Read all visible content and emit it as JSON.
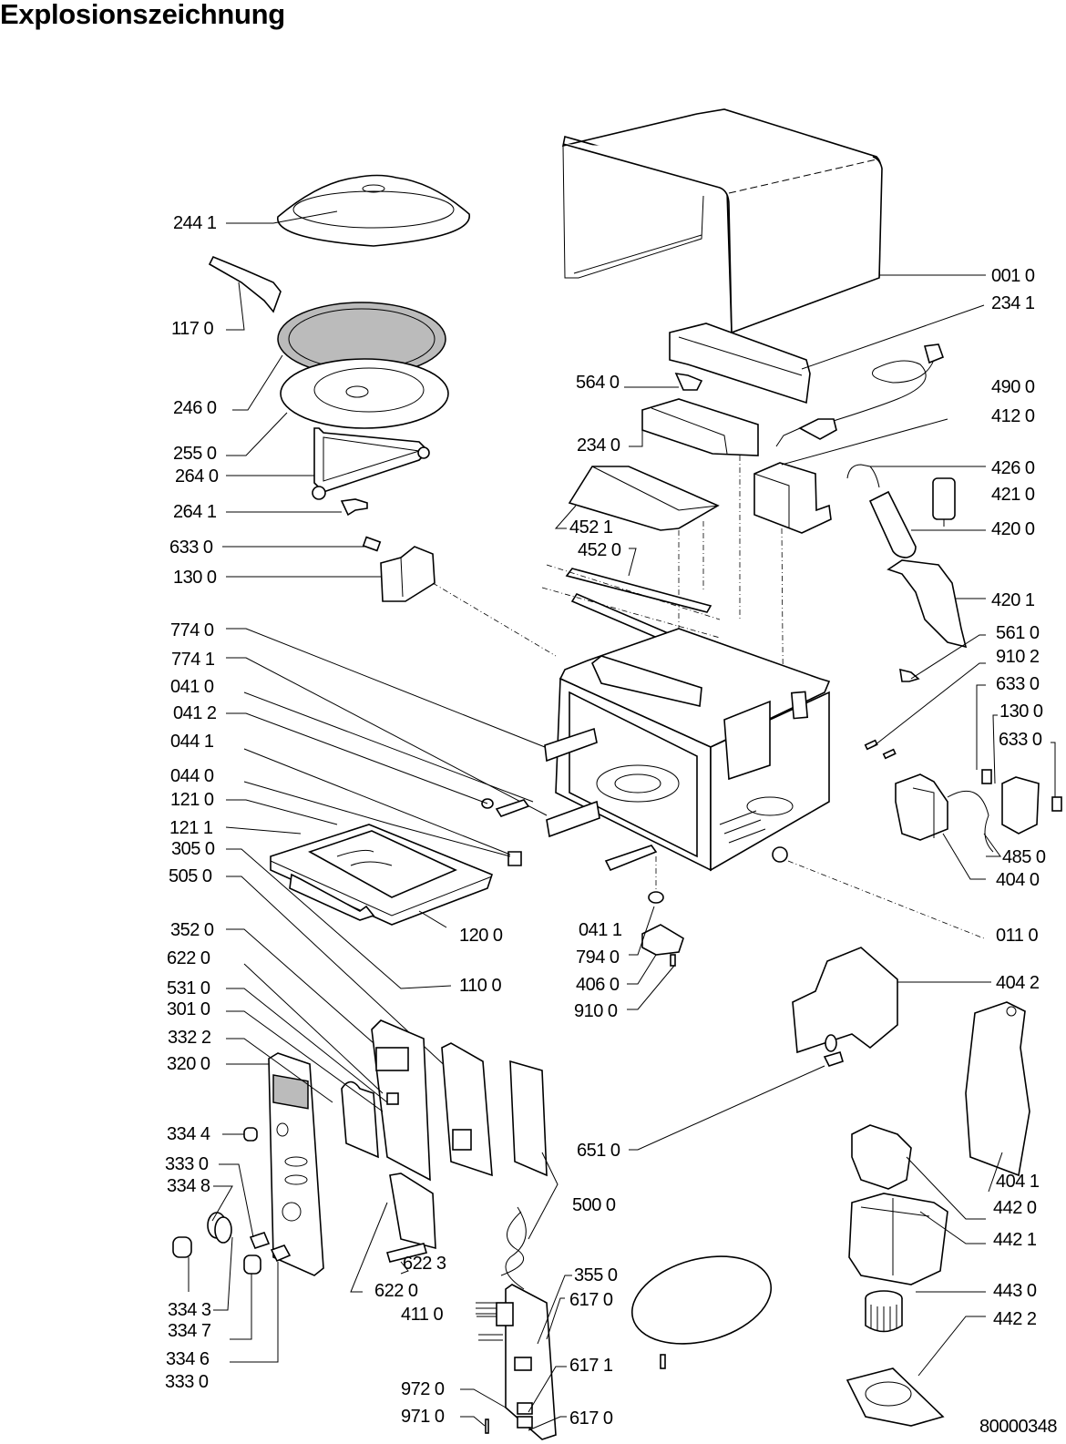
{
  "title": "Explosionszeichnung",
  "document_number": "80000348",
  "labels": {
    "l2441": "244 1",
    "l1170": "117 0",
    "l2460": "246 0",
    "l2550": "255 0",
    "l2640": "264 0",
    "l2641": "264 1",
    "l6330a": "633 0",
    "l1300a": "130 0",
    "l7740": "774 0",
    "l7741": "774 1",
    "l0410": "041 0",
    "l0412": "041 2",
    "l0441": "044 1",
    "l0440": "044 0",
    "l1210": "121 0",
    "l1211": "121 1",
    "l3050": "305 0",
    "l5050": "505 0",
    "l1200": "120 0",
    "l1100": "110 0",
    "l3520": "352 0",
    "l6220a": "622  0",
    "l5310": "531 0",
    "l3010": "301 0",
    "l3322": "332 2",
    "l3200": "320 0",
    "l3344": "334 4",
    "l3330a": "333 0",
    "l3348": "334 8",
    "l3343": "334 3",
    "l3347": "334 7",
    "l3346": "334 6",
    "l3330b": "333 0",
    "l6223": "622 3",
    "l6220b": "622 0",
    "l4110": "411 0",
    "l9720": "972 0",
    "l9710": "971 0",
    "l3550": "355 0",
    "l6170a": "617 0",
    "l6171": "617 1",
    "l6170b": "617 0",
    "l5000": "500 0",
    "l6510": "651 0",
    "l0411": "041 1",
    "l7940": "794 0",
    "l4060": "406 0",
    "l9100": "910 0",
    "l5640": "564 0",
    "l2340": "234 0",
    "l4521": "452 1",
    "l4520": "452 0",
    "l0010": "001 0",
    "l2341": "234 1",
    "l4900": "490 0",
    "l4120": "412 0",
    "l4260": "426 0",
    "l4210": "421 0",
    "l4200": "420 0",
    "l4201": "420 1",
    "l5610": "561 0",
    "l9102": "910 2",
    "l6330b": "633 0",
    "l1300b": "130 0",
    "l6330c": "633 0",
    "l4850": "485 0",
    "l4040": "404 0",
    "l0110": "011 0",
    "l4042": "404 2",
    "l4041": "404 1",
    "l4420": "442 0",
    "l4421": "442 1",
    "l4430": "443 0",
    "l4422": "442 2"
  }
}
